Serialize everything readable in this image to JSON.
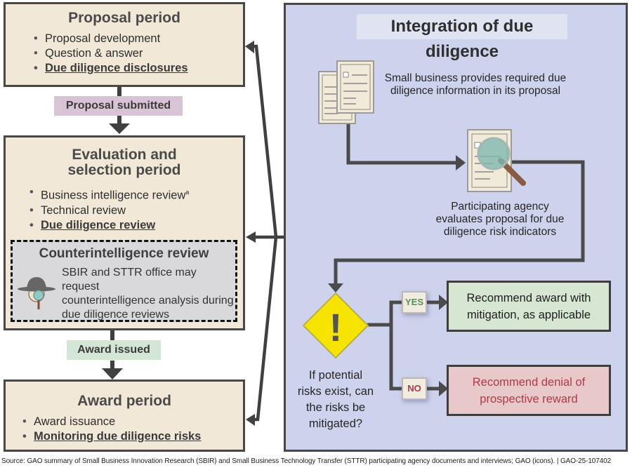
{
  "diagram": {
    "left_flow": {
      "proposal_period": {
        "title": "Proposal period",
        "items": [
          "Proposal development",
          "Question & answer",
          "Due diligence disclosures"
        ]
      },
      "proposal_submitted_label": "Proposal submitted",
      "evaluation_period": {
        "title_line1": "Evaluation and",
        "title_line2": "selection period",
        "items": [
          "Business intelligence review",
          "Technical review",
          "Due diligence review"
        ],
        "footnote_marker": "a"
      },
      "counterintelligence": {
        "title": "Counterintelligence review",
        "text_line1": "SBIR and STTR office may request",
        "text_line2": "counterintelligence analysis during",
        "text_line3": "due diligence reviews"
      },
      "award_issued_label": "Award issued",
      "award_period": {
        "title": "Award period",
        "items": [
          "Award issuance",
          "Monitoring due diligence risks"
        ]
      }
    },
    "integration": {
      "title": "Integration of due diligence",
      "step1_line1": "Small business provides required due",
      "step1_line2": "diligence information in its proposal",
      "step2_line1": "Participating agency",
      "step2_line2": "evaluates proposal for due",
      "step2_line3": "diligence risk indicators",
      "decision_line1": "If potential",
      "decision_line2": "risks exist, can",
      "decision_line3": "the risks be",
      "decision_line4": "mitigated?",
      "decision_symbol": "!",
      "yes_label": "YES",
      "no_label": "NO",
      "yes_outcome_line1": "Recommend award with",
      "yes_outcome_line2": "mitigation, as applicable",
      "no_outcome_line1": "Recommend denial of",
      "no_outcome_line2": "prospective reward"
    },
    "source": "Source: GAO summary of Small Business Innovation Research (SBIR) and Small Business Technology Transfer (STTR) participating agency documents and interviews; GAO (icons).  |  GAO-25-107402",
    "colors": {
      "phase_fill": "#f2e8d8",
      "panel_fill": "#cdd3ec",
      "submitted_tag": "#d8c4d4",
      "award_tag": "#d3e6d6",
      "yes_fill": "#d6e6d2",
      "no_fill": "#e8c8c8",
      "yes_text": "#5a8f5a",
      "no_text": "#b03a48",
      "warning": "#f5e000"
    },
    "icons": [
      "documents-icon",
      "magnifier-document-icon",
      "spy-hat-icon",
      "warning-diamond-icon"
    ]
  }
}
